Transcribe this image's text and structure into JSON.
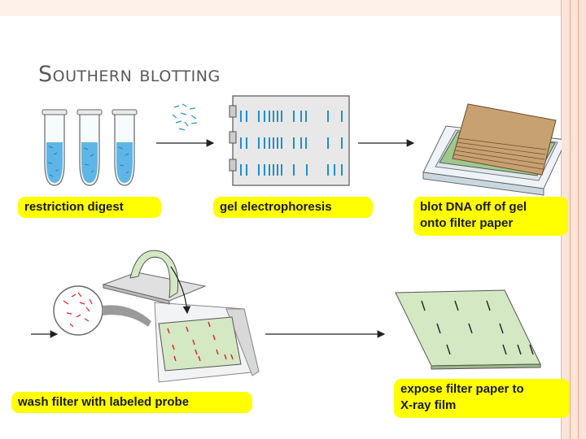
{
  "slide": {
    "title": "Southern blotting"
  },
  "steps": [
    {
      "label": "restriction digest"
    },
    {
      "label": "gel electrophoresis"
    },
    {
      "label": "blot DNA off of gel\nonto filter paper"
    },
    {
      "label": "wash filter with labeled probe"
    },
    {
      "label": "expose filter paper to\nX-ray film"
    }
  ],
  "colors": {
    "accent_label_bg": "#ffff00",
    "dna_fragments": "#1e8fd0",
    "probe": "#e02020",
    "filter_paper": "#d4e8c4"
  }
}
